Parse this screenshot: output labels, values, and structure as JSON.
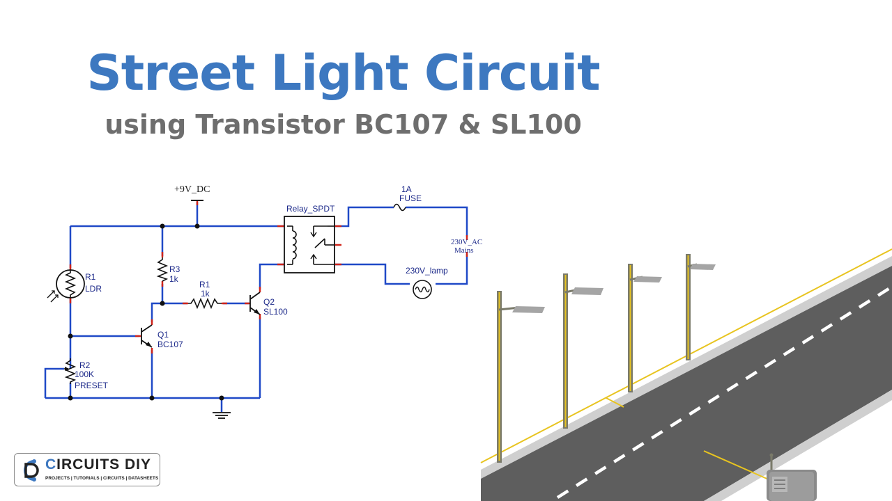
{
  "heading": {
    "title": "Street Light Circuit",
    "subtitle": "using Transistor BC107 & SL100"
  },
  "schematic": {
    "supply": "+9V_DC",
    "relay": "Relay_SPDT",
    "fuse_rating": "1A",
    "fuse": "FUSE",
    "ac_source": "230V_AC",
    "ac_mains": "Mains",
    "lamp": "230V_lamp",
    "r1_name": "R1",
    "r1_value": "LDR",
    "r3_name": "R3",
    "r3_value": "1k",
    "rb_name": "R1",
    "rb_value": "1k",
    "q2_name": "Q2",
    "q2_value": "SL100",
    "q1_name": "Q1",
    "q1_value": "BC107",
    "r2_name": "R2",
    "r2_value": "100K",
    "r2_type": "PRESET"
  },
  "colors": {
    "wire": "#1f49c7",
    "title": "#3d78c0",
    "subtitle": "#6e6e6e",
    "road": "#5e5e5e",
    "road_line": "#ffffff",
    "cable": "#e8c420",
    "pole": "#7a7a6a"
  },
  "logo": {
    "brand_left": "C",
    "brand_main": "IRCUITS DIY",
    "tagline": "PROJECTS | TUTORIALS | CIRCUITS | DATASHEETS",
    "icon": "circuit-logo-icon"
  }
}
